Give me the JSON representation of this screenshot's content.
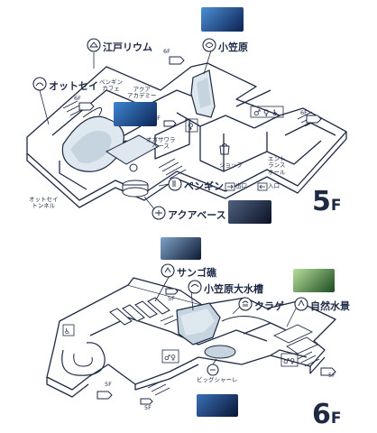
{
  "floor5": {
    "floor_label": "5",
    "floor_suffix": "F",
    "labels": {
      "edo_rium": "江戸リウム",
      "ogasawara": "小笠原",
      "otter": "オットセイ",
      "penguin_cafe": "ペンギン\nカフェ",
      "aqua_academy": "アクア\nアカデミー",
      "ogasawara_base": "オガサワラ\nベース",
      "shop": "ショップ",
      "entrance_hall": "エント\nランス\nホール",
      "penguin": "ペンギン",
      "exit": "出口",
      "entrance": "入口",
      "otter_tunnel": "オットセイ\nトンネル",
      "aqua_base": "アクアベース",
      "to_6f_a": "6F",
      "to_6f_b": "6F",
      "to_6f_c": "6F",
      "to_6f_d": "6F"
    }
  },
  "floor6": {
    "floor_label": "6",
    "floor_suffix": "F",
    "labels": {
      "coral": "サンゴ礁",
      "ogasawara_tank": "小笠原大水槽",
      "jellyfish": "クラゲ",
      "natural_scenery": "自然水景",
      "big_shale": "ビッグシャーレ",
      "to_5f_a": "5F",
      "to_5f_b": "5F",
      "to_5f_c": "5F",
      "to_5f_d": "5F"
    }
  },
  "colors": {
    "ink": "#1e2a44",
    "water_light": "#dfe8ef",
    "water_mid": "#c6d4e0",
    "photo_dark": "#0d1a33",
    "photo_blue": "#1f5fa8",
    "photo_green": "#3f8a3a"
  },
  "icons": [
    "edo-rium-icon",
    "ogasawara-icon",
    "otter-icon",
    "penguin-icon",
    "aqua-base-icon",
    "coral-icon",
    "ogasawara-tank-icon",
    "jellyfish-icon",
    "natural-scenery-icon",
    "big-shale-icon",
    "restroom-icon",
    "stairs-icon"
  ]
}
